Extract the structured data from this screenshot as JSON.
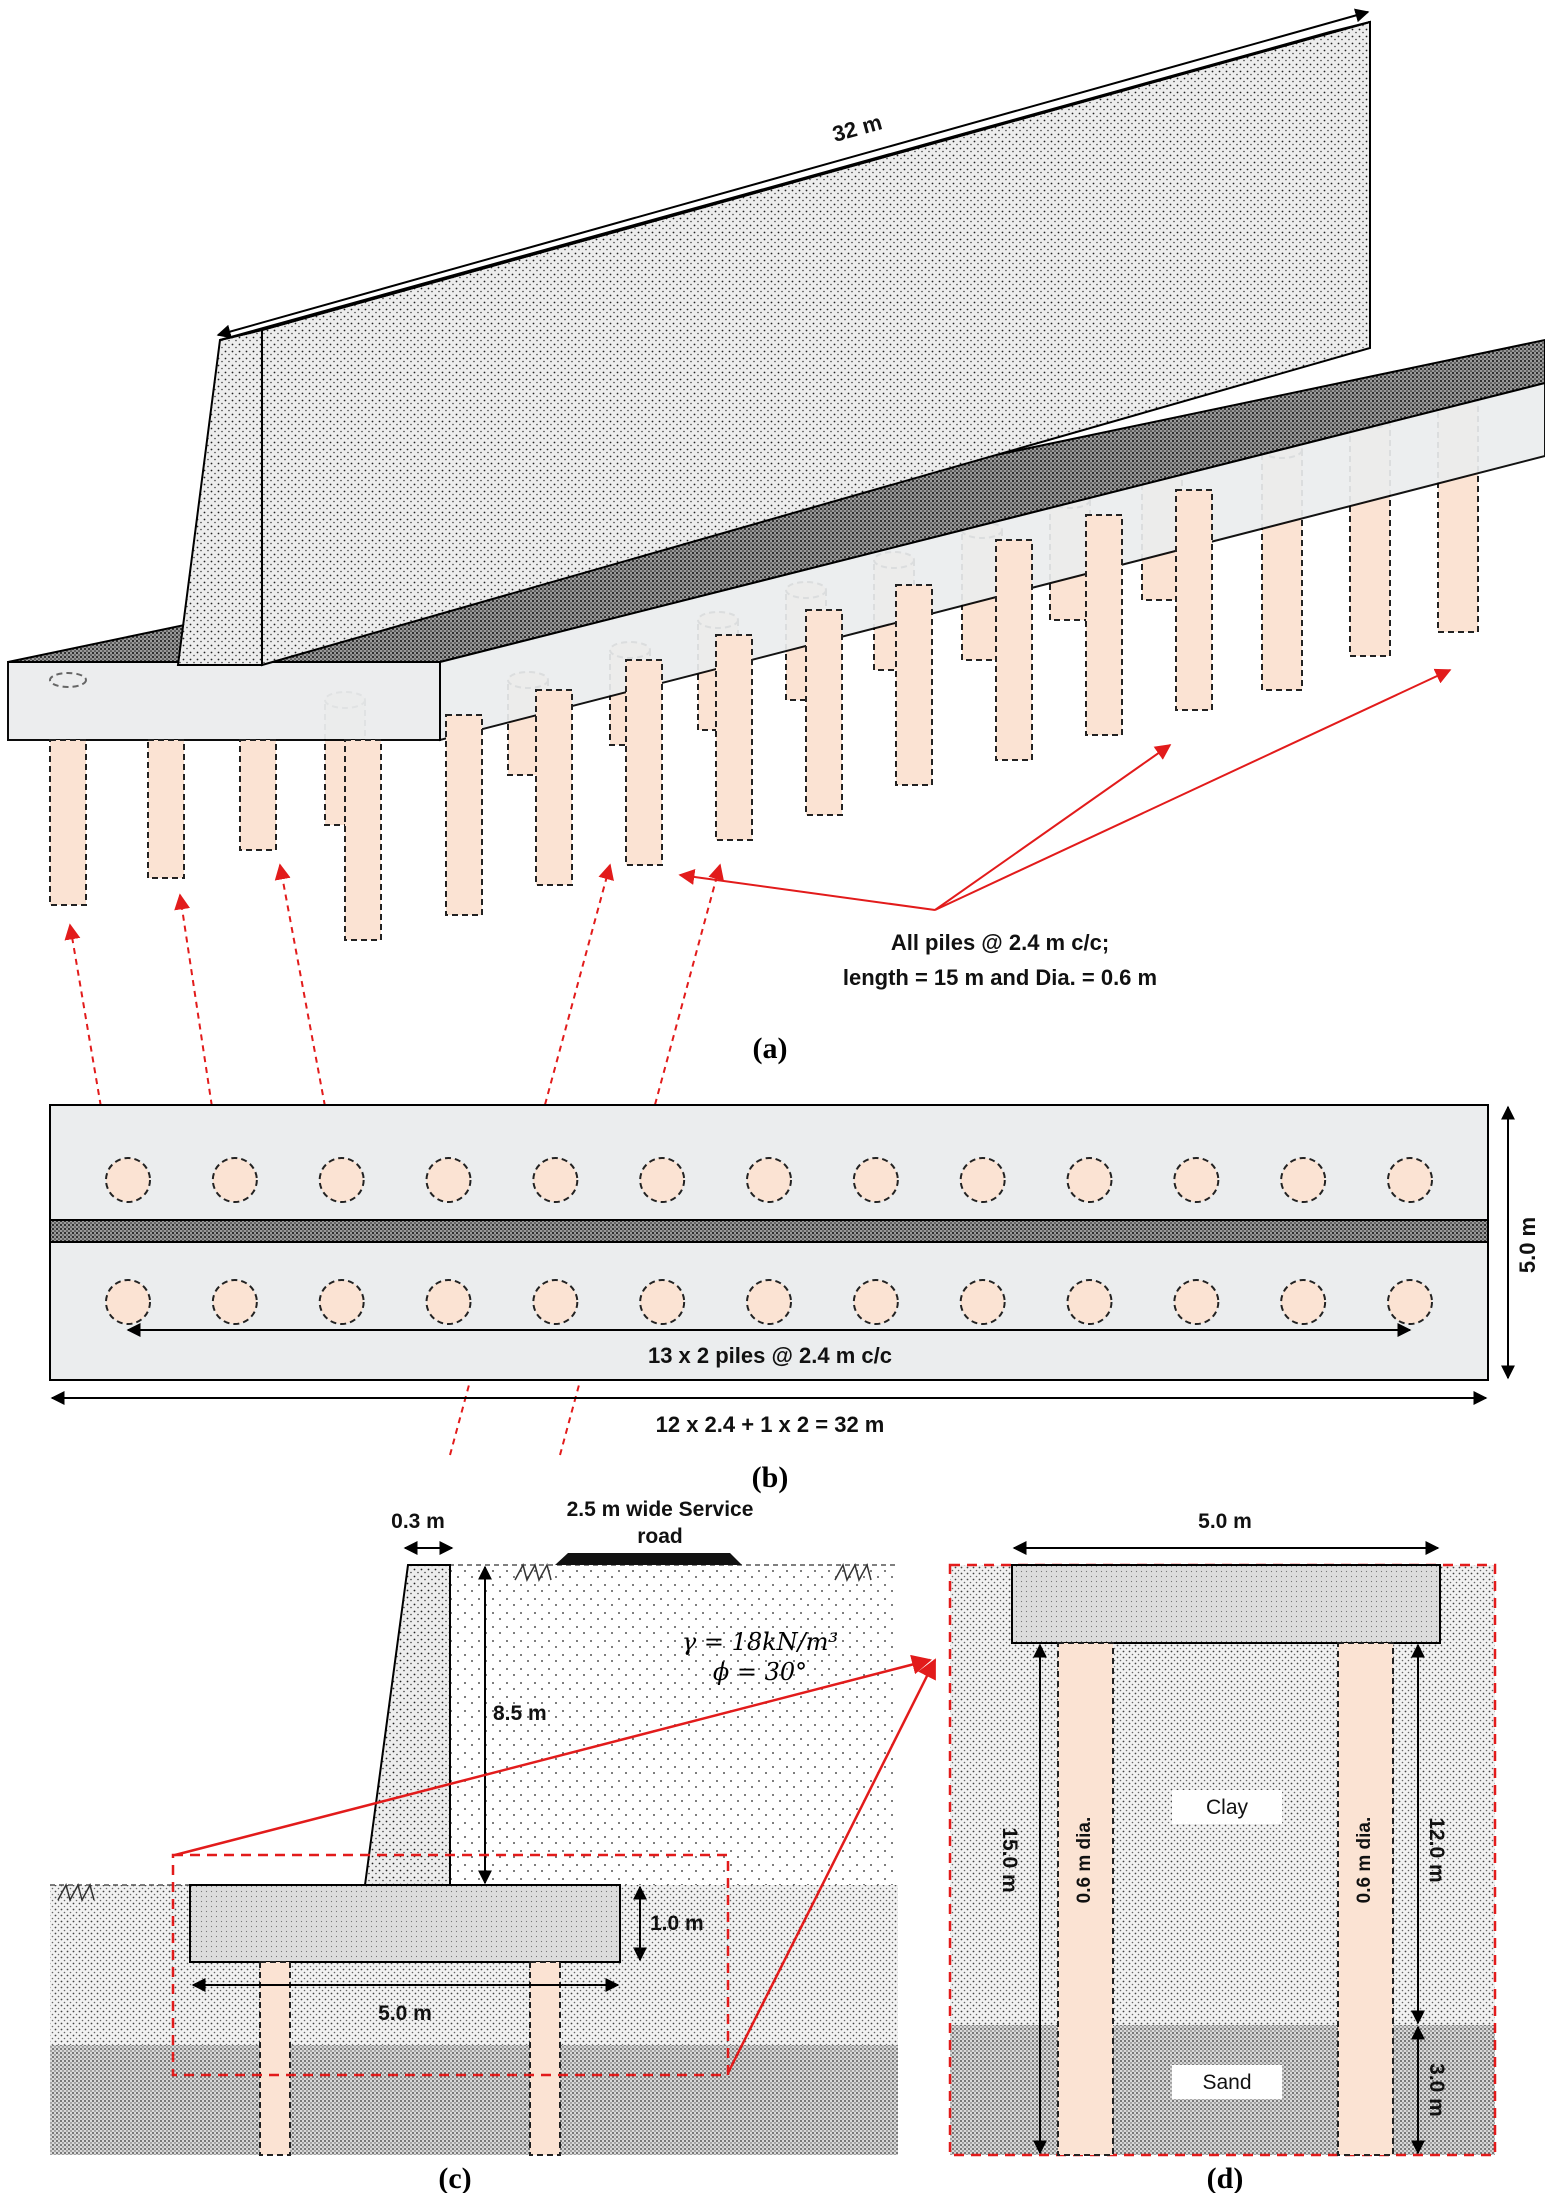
{
  "panel_a": {
    "caption": "(a)",
    "length_label": "32 m",
    "note_line1": "All piles @ 2.4 m c/c;",
    "note_line2": "length = 15 m and Dia. = 0.6 m"
  },
  "panel_b": {
    "caption": "(b)",
    "width_label": "5.0 m",
    "pile_spacing_label": "13 x 2 piles @ 2.4 m c/c",
    "total_length_label": "12 x 2.4 + 1 x 2 = 32 m",
    "piles_per_row": 13,
    "rows": 2
  },
  "panel_c": {
    "caption": "(c)",
    "stem_width_label": "0.3 m",
    "road_label_line1": "2.5 m wide Service",
    "road_label_line2": "road",
    "gamma_label": "γ = 18kN/m³",
    "phi_label": "ϕ = 30°",
    "height_label": "8.5 m",
    "base_thickness_label": "1.0 m",
    "base_width_label": "5.0 m"
  },
  "panel_d": {
    "caption": "(d)",
    "cap_width_label": "5.0 m",
    "pile_left_label": "0.6 m dia.",
    "pile_right_label": "0.6 m dia.",
    "pile_length_label": "15.0 m",
    "clay_depth_label": "12.0 m",
    "sand_depth_label": "3.0 m",
    "clay_label": "Clay",
    "sand_label": "Sand"
  },
  "colors": {
    "pile_fill": "#fbe3d3",
    "slab_fill": "#ebedee",
    "arrow_red": "#e21b1b",
    "concrete": "#e4e4e4"
  }
}
